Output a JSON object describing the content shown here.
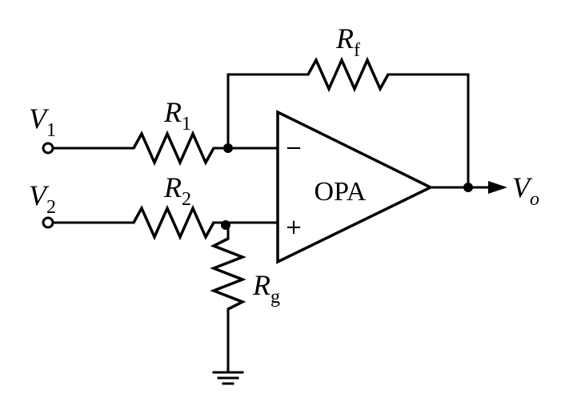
{
  "diagram": {
    "opamp": {
      "label": "OPA"
    },
    "inputs": {
      "inverting_sign": "−",
      "noninverting_sign": "+"
    },
    "resistors": {
      "rf": {
        "symbol": "R",
        "subscript": "f"
      },
      "r1": {
        "symbol": "R",
        "subscript": "1"
      },
      "r2": {
        "symbol": "R",
        "subscript": "2"
      },
      "rg": {
        "symbol": "R",
        "subscript": "g"
      }
    },
    "terminals": {
      "v1": {
        "symbol": "V",
        "subscript": "1"
      },
      "v2": {
        "symbol": "V",
        "subscript": "2"
      },
      "vo": {
        "symbol": "V",
        "subscript": "o"
      }
    }
  }
}
